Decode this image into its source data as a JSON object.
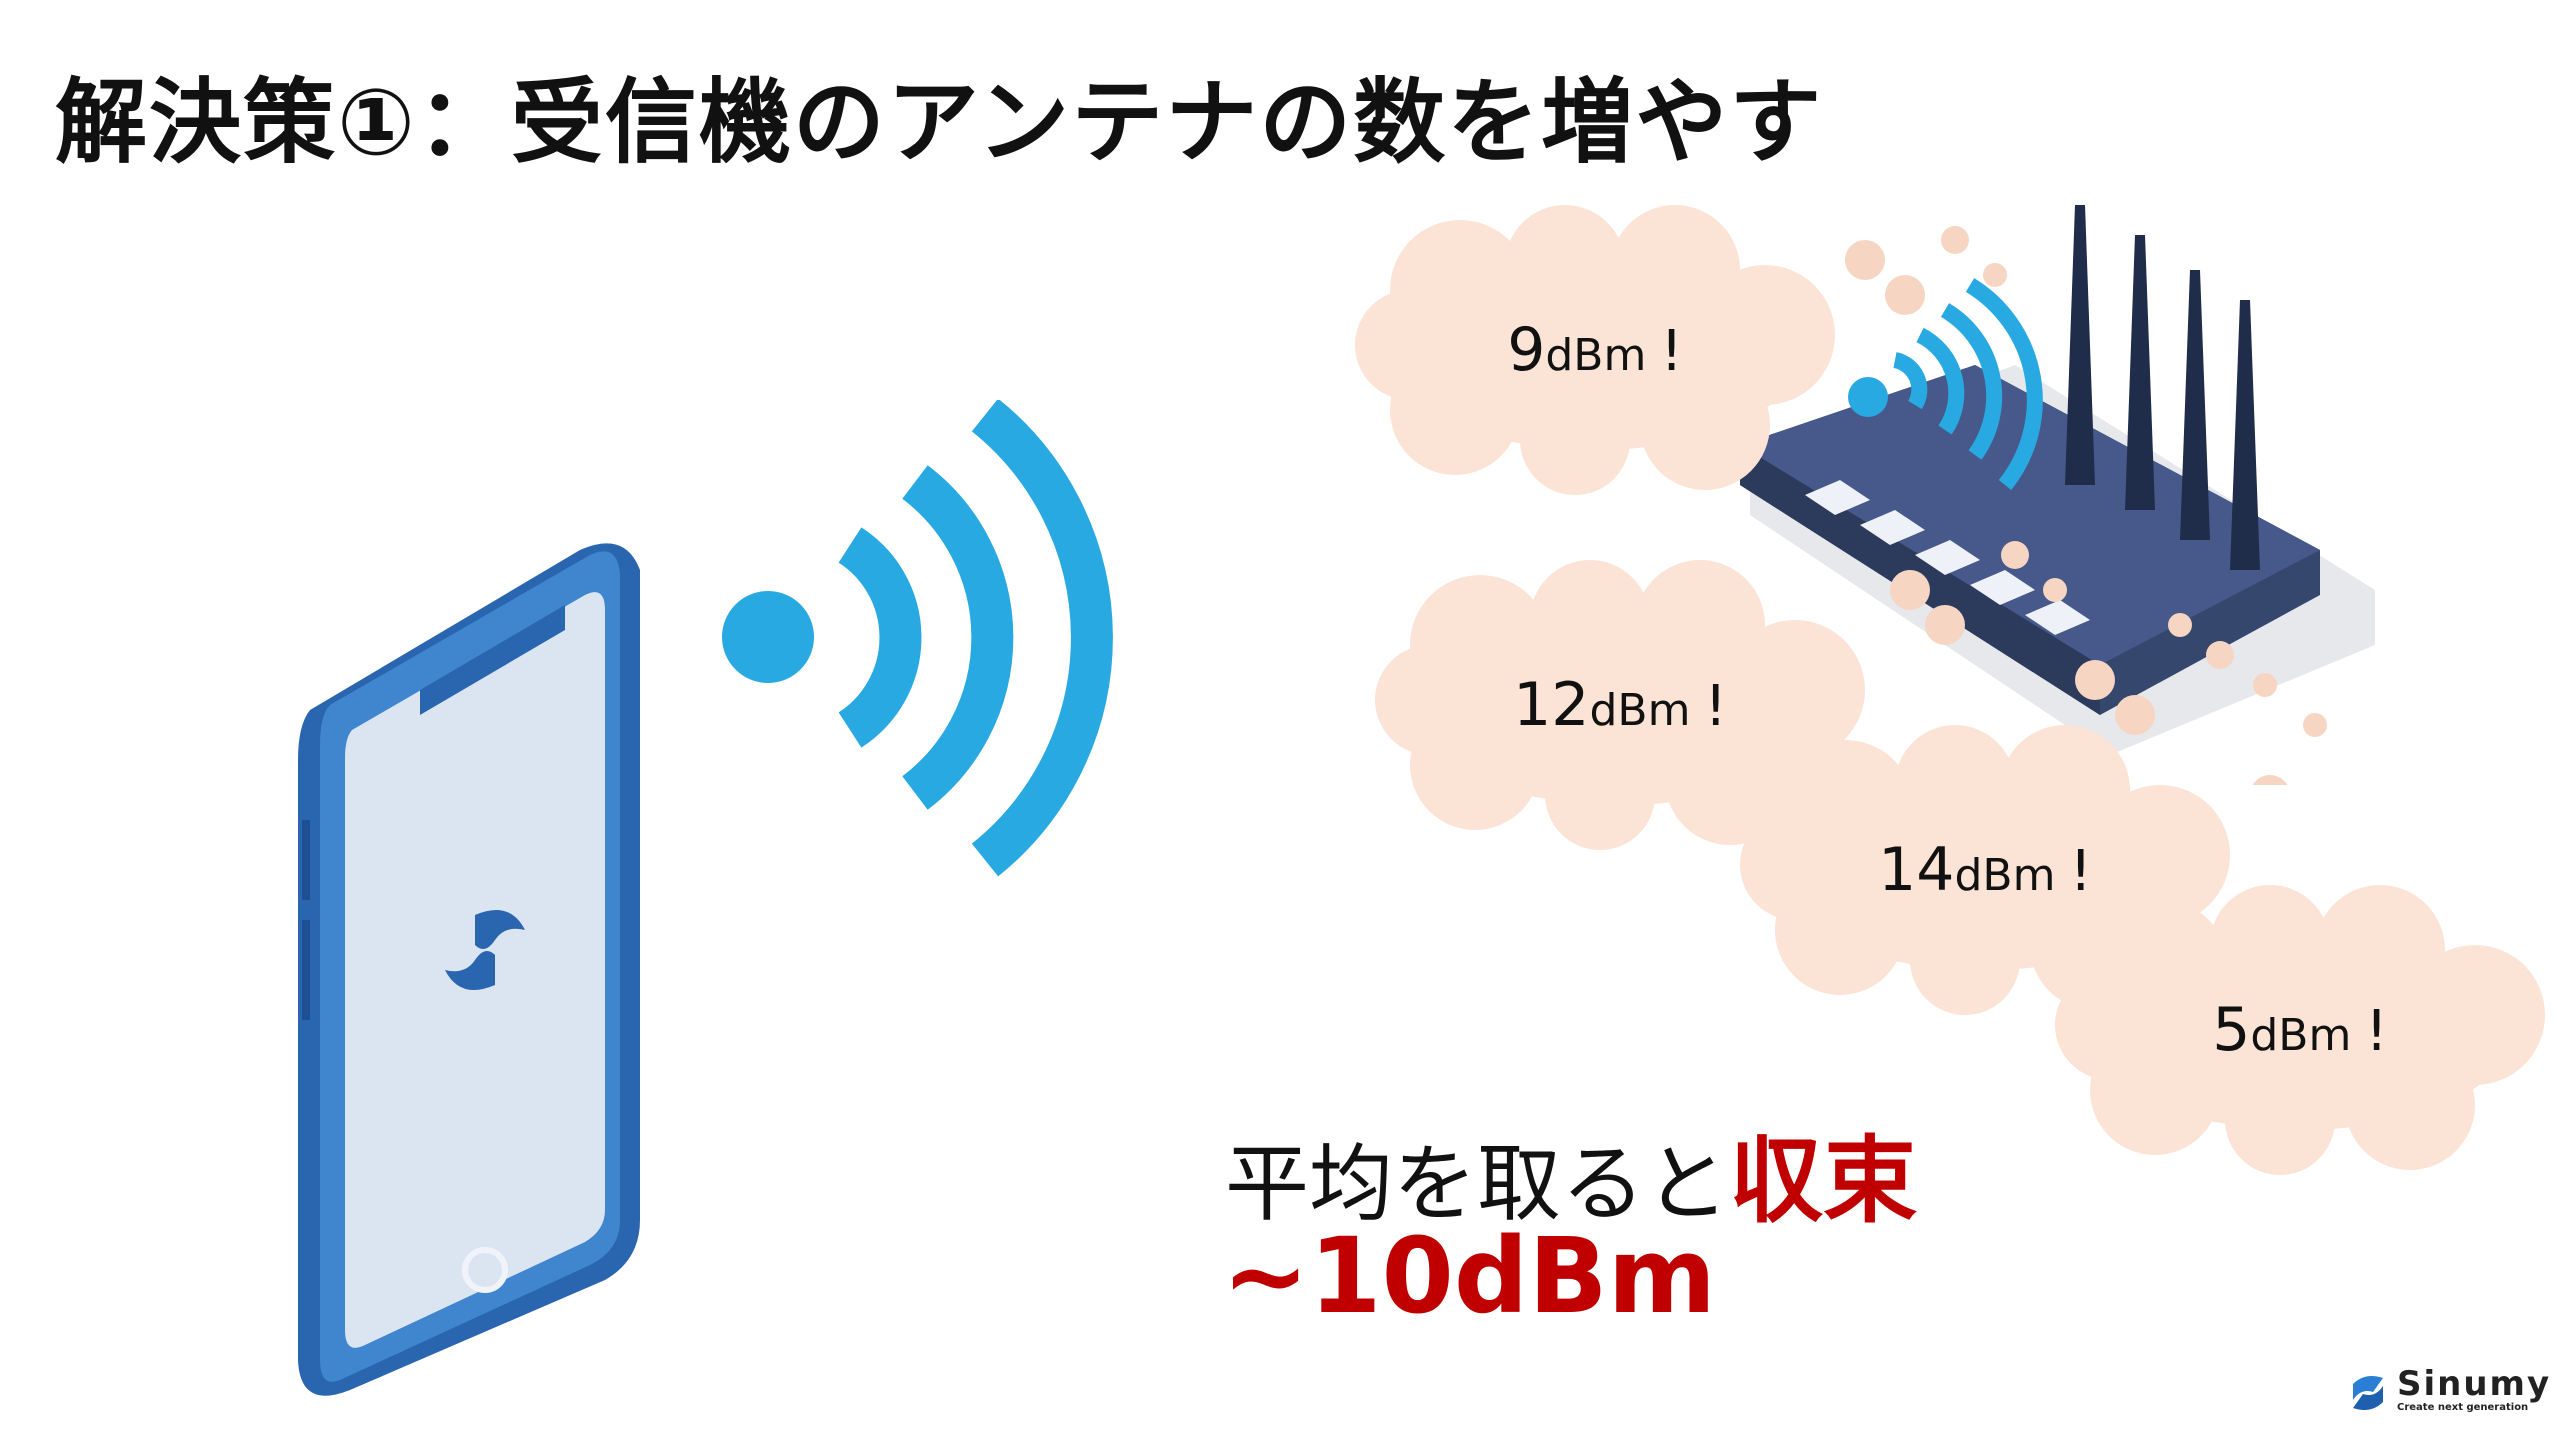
{
  "title": "解決策①：受信機のアンテナの数を増やす",
  "clouds": [
    {
      "num": "9",
      "unit": "dBm",
      "ex": "!"
    },
    {
      "num": "12",
      "unit": "dBm",
      "ex": "!"
    },
    {
      "num": "14",
      "unit": "dBm",
      "ex": "!"
    },
    {
      "num": "5",
      "unit": "dBm",
      "ex": "!"
    }
  ],
  "result": {
    "prefix": "平均を取ると",
    "highlight": "収束",
    "value": "~10dBm"
  },
  "logo": {
    "name": "Sinumy",
    "tagline": "Create next generation"
  },
  "colors": {
    "accent_red": "#c00000",
    "wifi_blue": "#29a9e1",
    "phone_blue": "#2f6fb8",
    "cloud": "#fbe3d6",
    "router": "#3e5176"
  }
}
